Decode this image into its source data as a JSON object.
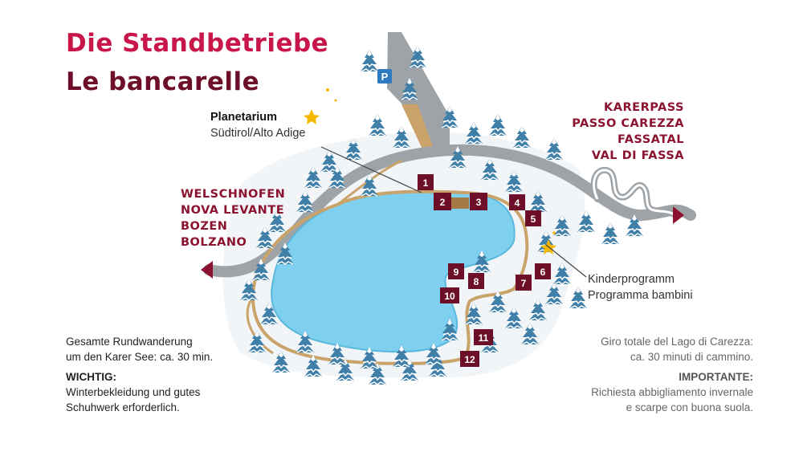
{
  "title_de": "Die Standbetriebe",
  "title_it": "Le bancarelle",
  "parking_label": "P",
  "planetarium": {
    "name": "Planetarium",
    "location": "Südtirol/Alto Adige"
  },
  "kids": {
    "de": "Kinderprogramm",
    "it": "Programma bambini"
  },
  "destination_right": [
    "KARERPASS",
    "PASSO CAREZZA",
    "FASSATAL",
    "VAL DI FASSA"
  ],
  "destination_left": [
    "WELSCHNOFEN",
    "NOVA LEVANTE",
    "BOZEN",
    "BOLZANO"
  ],
  "stands": [
    "1",
    "2",
    "3",
    "4",
    "5",
    "6",
    "7",
    "8",
    "9",
    "10",
    "11",
    "12"
  ],
  "note_de": {
    "line1": "Gesamte Rundwanderung",
    "line2": "um den Karer See: ca. 30 min.",
    "important": "WICHTIG:",
    "line3": "Winterbekleidung und gutes",
    "line4": "Schuhwerk erforderlich."
  },
  "note_it": {
    "line1": "Giro totale del Lago di Carezza:",
    "line2": "ca. 30 minuti di cammino.",
    "important": "IMPORTANTE:",
    "line3": "Richiesta abbigliamento invernale",
    "line4": "e scarpe con buona suola."
  },
  "colors": {
    "title_red": "#c8164a",
    "title_dark": "#6e0f2a",
    "stand_marker": "#6e0f2a",
    "lake": "#7fd0ee",
    "road": "#9ea3a8",
    "path": "#c9a36a",
    "tree": "#3f7fa8"
  }
}
